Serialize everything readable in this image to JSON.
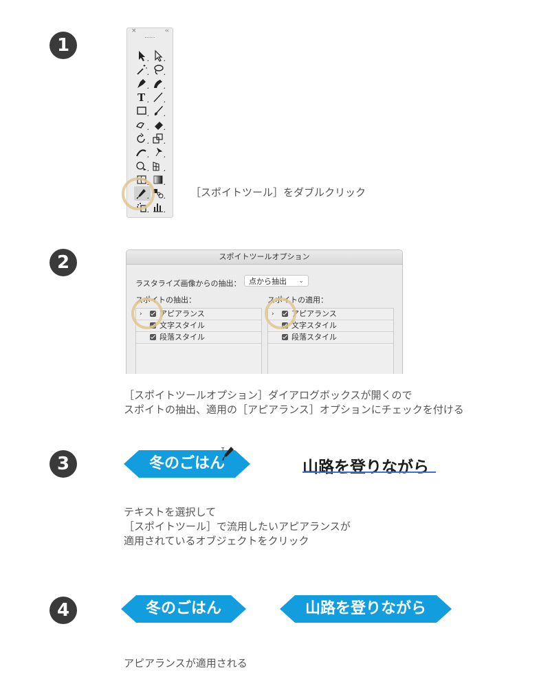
{
  "steps": [
    {
      "number": "1",
      "caption": "［スポイトツール］をダブルクリック"
    },
    {
      "number": "2",
      "caption": "［スポイトツールオプション］ダイアログボックスが開くので\nスポイトの抽出、適用の［アピアランス］オプションにチェックを付ける"
    },
    {
      "number": "3",
      "caption": "テキストを選択して\n［スポイトツール］で流用したいアピアランスが\n適用されているオブジェクトをクリック"
    },
    {
      "number": "4",
      "caption": "アピアランスが適用される"
    }
  ],
  "toolbox": {
    "close": "×",
    "collapse": "‹‹",
    "tools": [
      "selection-tool",
      "direct-selection-tool",
      "magic-wand-tool",
      "lasso-tool",
      "pen-tool",
      "curvature-tool",
      "type-tool",
      "line-tool",
      "rectangle-tool",
      "paintbrush-tool",
      "shaper-tool",
      "eraser-tool",
      "rotate-tool",
      "scale-tool",
      "width-tool",
      "puppet-warp-tool",
      "shape-builder-tool",
      "perspective-grid-tool",
      "mesh-tool",
      "gradient-tool",
      "eyedropper-tool",
      "blend-tool",
      "symbol-sprayer-tool",
      "column-graph-tool"
    ]
  },
  "dialog": {
    "title": "スポイトツールオプション",
    "raster_label": "ラスタライズ画像からの抽出：",
    "raster_value": "点から抽出",
    "pick_label": "スポイトの抽出：",
    "apply_label": "スポイトの適用：",
    "pick_items": [
      "アピアランス",
      "文字スタイル",
      "段落スタイル"
    ],
    "apply_items": [
      "アピアランス",
      "文字スタイル",
      "段落スタイル"
    ]
  },
  "banners": {
    "step3_source": "冬のごはん",
    "step3_target": "山路を登りながら",
    "step4_source": "冬のごはん",
    "step4_target": "山路を登りながら"
  },
  "colors": {
    "banner": "#129ddf",
    "step_circle": "#3a3a3a",
    "highlight_ring": "#e2c690",
    "text_underline": "#3d6fd9"
  }
}
